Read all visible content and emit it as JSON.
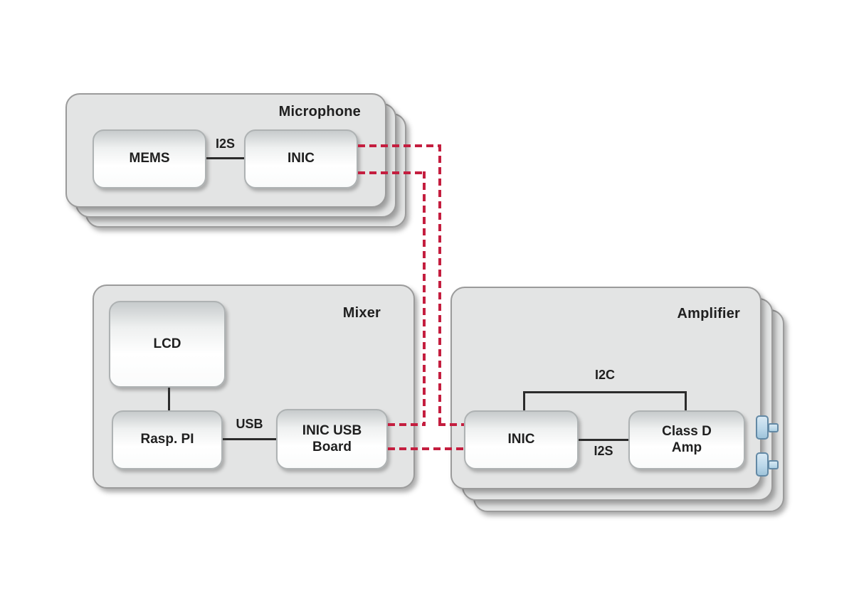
{
  "colors": {
    "background": "#ffffff",
    "card_fill": "#e3e4e4",
    "card_border": "#9b9b9b",
    "node_border": "#aeb2b3",
    "line": "#2b2b2b",
    "network": "#c41e3f",
    "connector_fill": "#bcd8ea",
    "connector_border": "#6389a5",
    "text": "#1f1f1f"
  },
  "microphone": {
    "title": "Microphone",
    "stacked_layers": 3,
    "nodes": {
      "mems": "MEMS",
      "inic": "INIC"
    },
    "links": {
      "i2s": "I2S"
    }
  },
  "mixer": {
    "title": "Mixer",
    "stacked_layers": 1,
    "nodes": {
      "lcd": "LCD",
      "rasp_pi": "Rasp. PI",
      "inic_usb_line1": "INIC USB",
      "inic_usb_line2": "Board"
    },
    "links": {
      "usb": "USB"
    }
  },
  "amplifier": {
    "title": "Amplifier",
    "stacked_layers": 3,
    "nodes": {
      "inic": "INIC",
      "class_d_line1": "Class D",
      "class_d_line2": "Amp"
    },
    "links": {
      "i2c": "I2C",
      "i2s": "I2S"
    },
    "speaker_connectors": 2
  },
  "network": {
    "style": "dashed",
    "color": "#c41e3f",
    "connections": [
      {
        "from": "Microphone INIC",
        "to": "Amplifier INIC"
      },
      {
        "from": "Microphone INIC",
        "to": "Mixer INIC USB Board"
      },
      {
        "from": "Mixer INIC USB Board",
        "to": "Amplifier INIC"
      }
    ]
  }
}
